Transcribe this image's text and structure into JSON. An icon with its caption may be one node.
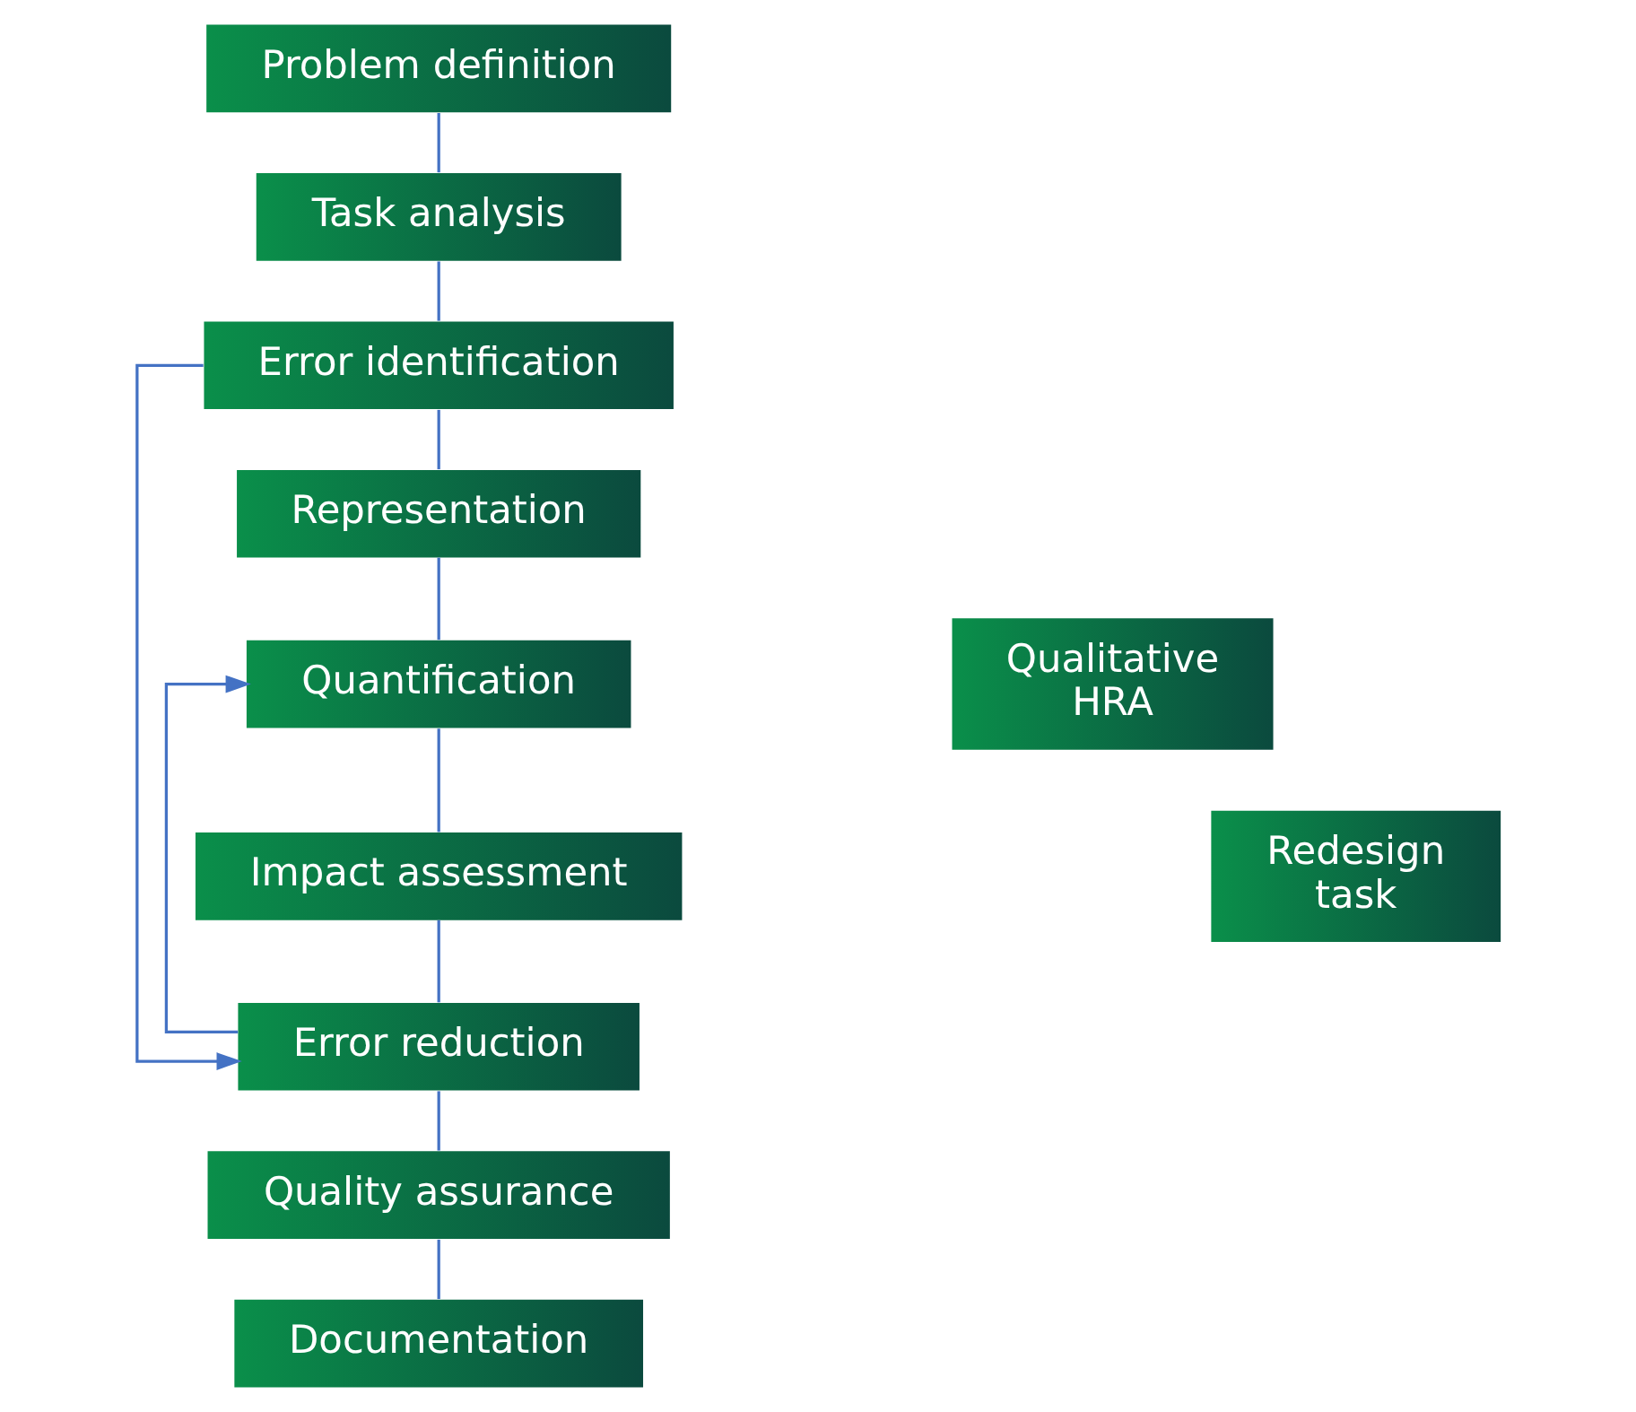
{
  "diagram": {
    "nodes": [
      {
        "text": [
          "Problem definition"
        ]
      },
      {
        "text": [
          "Task analysis"
        ]
      },
      {
        "text": [
          "Error identification"
        ]
      },
      {
        "text": [
          "Representation"
        ]
      },
      {
        "text": [
          "Quantification"
        ]
      },
      {
        "text": [
          "Impact assessment"
        ]
      },
      {
        "text": [
          "Error reduction"
        ]
      },
      {
        "text": [
          "Quality assurance"
        ]
      },
      {
        "text": [
          "Documentation"
        ]
      },
      {
        "text": [
          "Qualitative HRA"
        ]
      },
      {
        "text": [
          "Redesign task"
        ]
      }
    ],
    "edges": [
      {
        "from": 0,
        "to": 1,
        "arrow": "none"
      },
      {
        "from": 1,
        "to": 2,
        "arrow": "none"
      },
      {
        "from": 2,
        "to": 3,
        "arrow": "none"
      },
      {
        "from": 3,
        "to": 4,
        "arrow": "none"
      },
      {
        "from": 4,
        "to": 5,
        "arrow": "none"
      },
      {
        "from": 5,
        "to": 6,
        "arrow": "none"
      },
      {
        "from": 6,
        "to": 7,
        "arrow": "none"
      },
      {
        "from": 7,
        "to": 8,
        "arrow": "none"
      },
      {
        "from": 2,
        "to": 6,
        "arrow": "to"
      },
      {
        "from": 6,
        "to": 4,
        "arrow": "to"
      }
    ]
  }
}
